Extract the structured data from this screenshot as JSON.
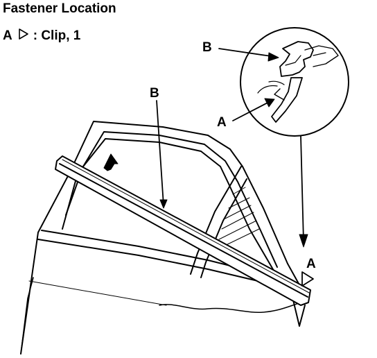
{
  "title": "Fastener Location",
  "legend": {
    "letter": "A",
    "triangle_icon": "hollow-triangle-icon",
    "description": ": Clip, 1"
  },
  "callouts": {
    "b_inset": "B",
    "a_inset": "A",
    "b_main": "B",
    "a_main": "A"
  },
  "icons": {
    "movement_arrow": "up-arrow-icon"
  },
  "colors": {
    "ink": "#000000",
    "paper": "#ffffff"
  }
}
